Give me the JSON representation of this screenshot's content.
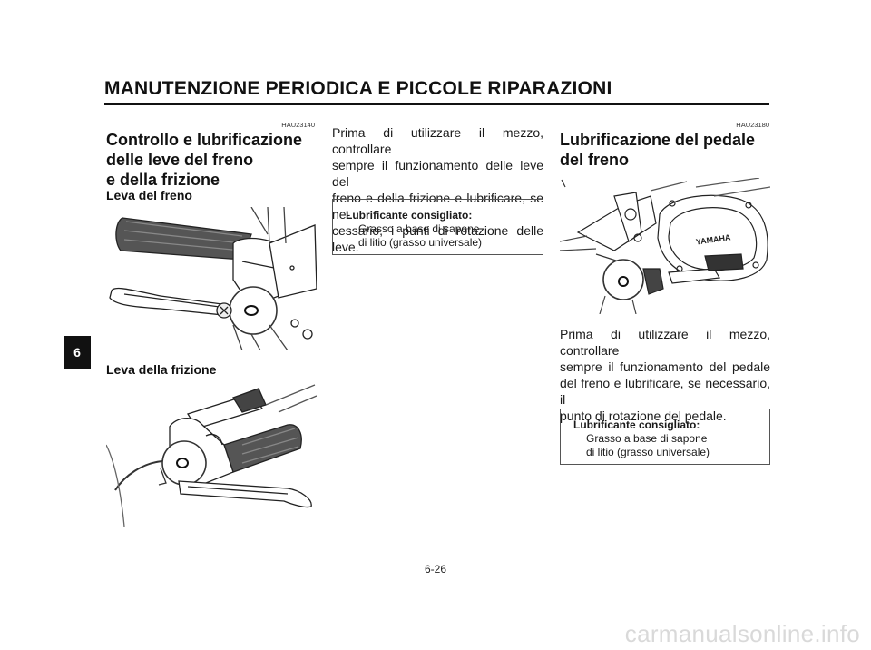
{
  "header": {
    "title": "MANUTENZIONE PERIODICA E PICCOLE RIPARAZIONI"
  },
  "chapter_tab": "6",
  "left_section": {
    "code": "HAU23140",
    "title_lines": [
      "Controllo e lubrificazione",
      "delle leve del freno",
      "e della frizione"
    ],
    "subhead_brake": "Leva del freno",
    "subhead_clutch": "Leva della frizione"
  },
  "middle_section": {
    "body_lines": [
      "Prima di utilizzare il mezzo, controllare",
      "sempre il funzionamento delle leve del",
      "freno e della frizione e lubrificare, se ne-",
      "cessario, i punti di rotazione delle leve."
    ],
    "lube_box": {
      "title": "Lubrificante consigliato:",
      "line1": "Grasso a base di sapone",
      "line2": "di litio (grasso universale)"
    }
  },
  "right_section": {
    "code": "HAU23180",
    "title_lines": [
      "Lubrificazione del pedale",
      "del freno"
    ],
    "photo_label": "YAMAHA",
    "body_lines": [
      "Prima di utilizzare il mezzo, controllare",
      "sempre il funzionamento del pedale",
      "del freno e lubrificare, se necessario, il",
      "punto di rotazione del pedale."
    ],
    "lube_box": {
      "title": "Lubrificante consigliato:",
      "line1": "Grasso a base di sapone",
      "line2": "di litio (grasso universale)"
    }
  },
  "footer": {
    "page_number": "6-26"
  },
  "watermark": "carmanualsonline.info"
}
